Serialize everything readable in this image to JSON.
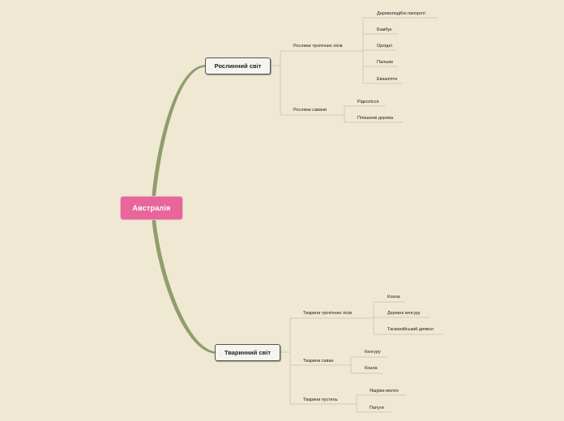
{
  "root": {
    "label": "Австралія"
  },
  "branches": [
    {
      "label": "Рослинний світ",
      "groups": [
        {
          "label": "Рослини тропічних лісів",
          "items": [
            "Деревоподібні папороті",
            "Бамбук",
            "Орхідеї",
            "Пальми",
            "Евкаліпти"
          ]
        },
        {
          "label": "Рослини савани",
          "items": [
            "Рідколісся",
            "Пляшкові дерева"
          ]
        }
      ]
    },
    {
      "label": "Тваринний світ",
      "groups": [
        {
          "label": "Тварини тропічних лісів",
          "items": [
            "Коала",
            "Деревні кенгуру",
            "Тасманійський диявол"
          ]
        },
        {
          "label": "Тварини саван",
          "items": [
            "Кенгуру",
            "Коала"
          ]
        },
        {
          "label": "Тварини пустель",
          "items": [
            "Ящірка-молох",
            "Папуги"
          ]
        }
      ]
    }
  ],
  "colors": {
    "background": "#efe8d3",
    "root_fill": "#e8679a",
    "main_branch": "#8f9e6c",
    "thin_line": "#c9c2ac"
  }
}
